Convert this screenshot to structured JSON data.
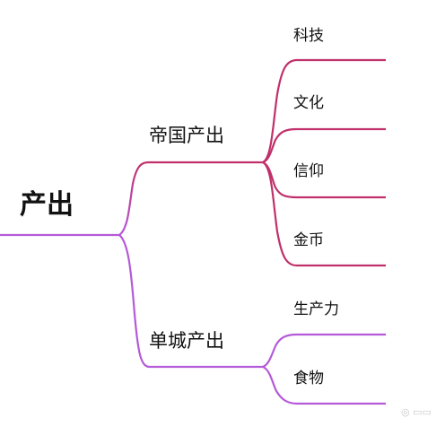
{
  "mindmap": {
    "root": "产出",
    "branches": [
      {
        "label": "帝国产出",
        "color": "#c0306a",
        "children": [
          "科技",
          "文化",
          "信仰",
          "金币"
        ]
      },
      {
        "label": "单城产出",
        "color": "#b45ad8",
        "children": [
          "生产力",
          "食物"
        ]
      }
    ],
    "root_line_color": "#b45ad8",
    "leaf_line_color_empire": "#c0306a",
    "leaf_line_color_city": "#b45ad8"
  }
}
